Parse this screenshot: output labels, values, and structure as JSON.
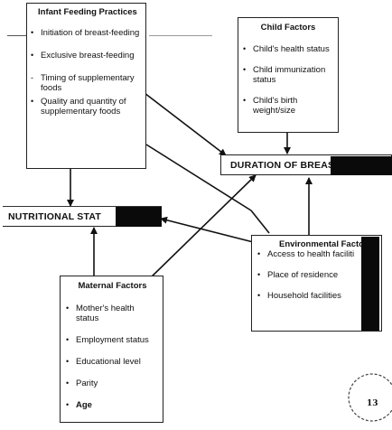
{
  "infant_feeding": {
    "title": "Infant Feeding Practices",
    "items": [
      {
        "bullet": "•",
        "text": "Initiation of breast-feeding"
      },
      {
        "bullet": "•",
        "text": "Exclusive breast-feeding"
      },
      {
        "bullet": "-",
        "text": "Timing of supplementary foods"
      },
      {
        "bullet": "•",
        "text": "Quality and quantity of supplementary foods"
      }
    ]
  },
  "child_factors": {
    "title": "Child Factors",
    "items": [
      {
        "bullet": "•",
        "text": "Child's health status"
      },
      {
        "bullet": "•",
        "text": "Child immunization status"
      },
      {
        "bullet": "•",
        "text": "Child's birth weight/size"
      }
    ]
  },
  "duration_label": "DURATION OF BREAS",
  "nutritional_label": "NUTRITIONAL STAT",
  "environmental_factors": {
    "title": "Environmental Facto",
    "items": [
      {
        "bullet": "•",
        "text": "Access to health faciliti"
      },
      {
        "bullet": "•",
        "text": "Place of residence"
      },
      {
        "bullet": "•",
        "text": "Household facilities"
      }
    ]
  },
  "maternal_factors": {
    "title": "Maternal Factors",
    "items": [
      {
        "bullet": "•",
        "text": "Mother's health status"
      },
      {
        "bullet": "•",
        "text": "Employment status"
      },
      {
        "bullet": "•",
        "text": "Educational level"
      },
      {
        "bullet": "•",
        "text": "Parity"
      },
      {
        "bullet": "•",
        "text": "Age"
      }
    ]
  },
  "page_stamp": "13"
}
